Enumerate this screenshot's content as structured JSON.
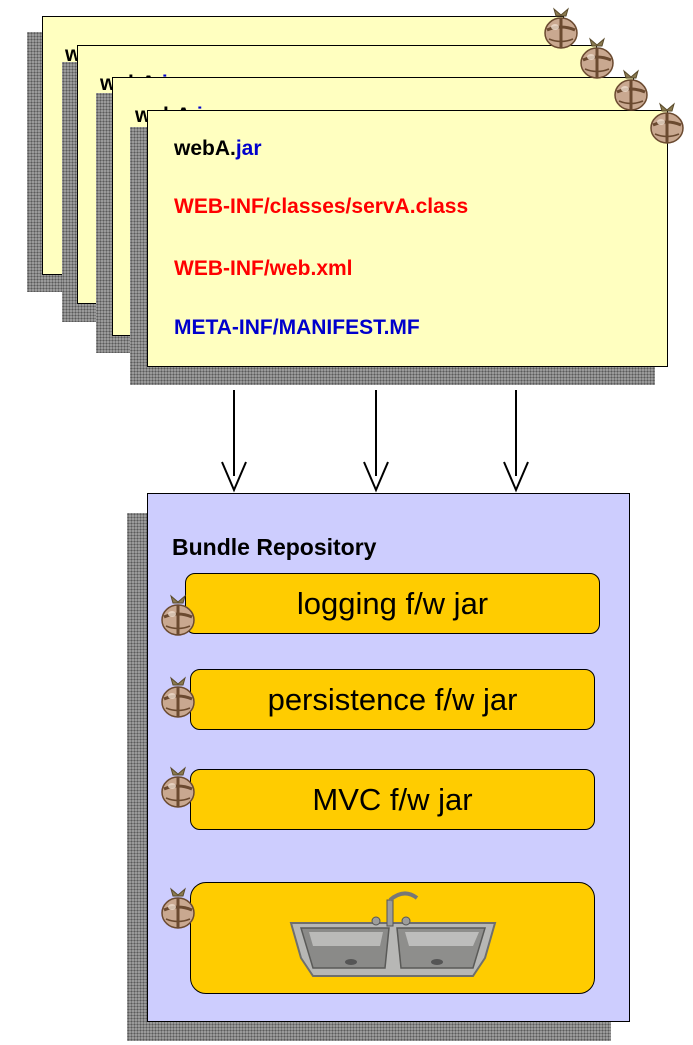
{
  "stack_titles": [
    "webA.jar",
    "webA.jar",
    "webA.jar"
  ],
  "front_card": {
    "title_prefix": "webA.",
    "title_suffix": "jar",
    "lines": [
      {
        "text": "WEB-INF/classes/servA.class",
        "color": "#ff0000"
      },
      {
        "text": "WEB-INF/web.xml",
        "color": "#ff0000"
      },
      {
        "text": "META-INF/MANIFEST.MF",
        "color": "#0000cc"
      }
    ]
  },
  "repository": {
    "title": "Bundle Repository",
    "items": [
      "logging f/w jar",
      "persistence f/w jar",
      "MVC f/w jar"
    ],
    "sink_item": "sink-image"
  },
  "colors": {
    "card_fill": "#ffffc0",
    "repo_fill": "#cdcdfe",
    "pill_fill": "#ffcc00",
    "prefix_black": "#000000",
    "suffix_blue": "#0000cc"
  },
  "icons": [
    "bundle-icon",
    "sink-icon",
    "arrow-down-icon"
  ]
}
